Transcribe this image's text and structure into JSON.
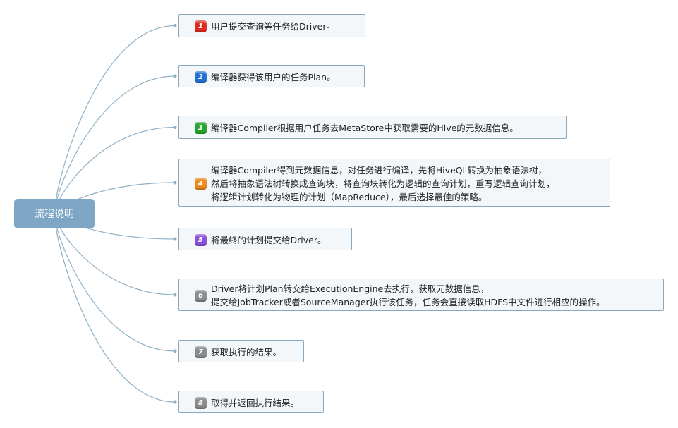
{
  "root": {
    "label": "流程说明"
  },
  "colors": {
    "connector": "#8fb0c6",
    "root_fill": "#7ea7c6",
    "node_fill": "#f3f7fa",
    "node_border": "#8aa9bf"
  },
  "steps": [
    {
      "badge": "1",
      "badge_color": "#e02a1e",
      "lines": [
        "用户提交查询等任务给Driver。"
      ]
    },
    {
      "badge": "2",
      "badge_color": "#1f6fd6",
      "lines": [
        "编译器获得该用户的任务Plan。"
      ]
    },
    {
      "badge": "3",
      "badge_color": "#23a52a",
      "lines": [
        "编译器Compiler根据用户任务去MetaStore中获取需要的Hive的元数据信息。"
      ]
    },
    {
      "badge": "4",
      "badge_color": "#f08a1c",
      "lines": [
        "编译器Compiler得到元数据信息，对任务进行编译，先将HiveQL转换为抽象语法树，",
        "然后将抽象语法树转换成查询块，将查询块转化为逻辑的查询计划，重写逻辑查询计划，",
        "将逻辑计划转化为物理的计划（MapReduce），最后选择最佳的策略。"
      ]
    },
    {
      "badge": "5",
      "badge_color": "#8b4fd9",
      "lines": [
        "将最终的计划提交给Driver。"
      ]
    },
    {
      "badge": "6",
      "badge_color": "#8c8c8c",
      "lines": [
        "Driver将计划Plan转交给ExecutionEngine去执行，获取元数据信息，",
        "提交给JobTracker或者SourceManager执行该任务，任务会直接读取HDFS中文件进行相应的操作。"
      ]
    },
    {
      "badge": "7",
      "badge_color": "#8c8c8c",
      "lines": [
        "获取执行的结果。"
      ]
    },
    {
      "badge": "8",
      "badge_color": "#8c8c8c",
      "lines": [
        "取得并返回执行结果。"
      ]
    }
  ]
}
